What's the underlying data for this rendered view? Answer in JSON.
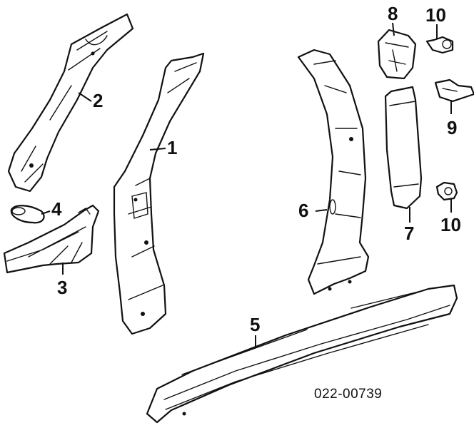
{
  "callouts": [
    {
      "id": "1",
      "label": "1"
    },
    {
      "id": "2",
      "label": "2"
    },
    {
      "id": "3",
      "label": "3"
    },
    {
      "id": "4",
      "label": "4"
    },
    {
      "id": "5",
      "label": "5"
    },
    {
      "id": "6",
      "label": "6"
    },
    {
      "id": "7",
      "label": "7"
    },
    {
      "id": "8",
      "label": "8"
    },
    {
      "id": "9",
      "label": "9"
    },
    {
      "id": "10a",
      "label": "10"
    },
    {
      "id": "10b",
      "label": "10"
    }
  ],
  "reference_number": "022-00739"
}
